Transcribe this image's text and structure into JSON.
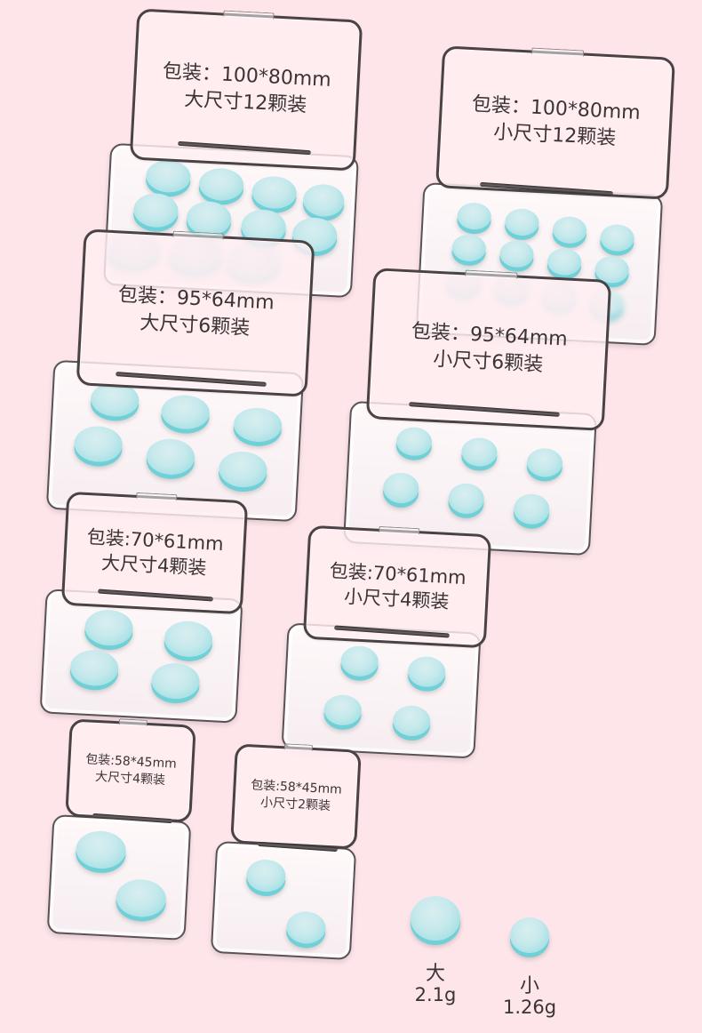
{
  "background_color": "#fde5ea",
  "pill_color": "#8fdbe0",
  "cases": [
    {
      "id": "100x80-large-12",
      "line1": "包装：100*80mm",
      "line2": "大尺寸12颗装",
      "size": "large",
      "count": 12
    },
    {
      "id": "100x80-small-12",
      "line1": "包装：100*80mm",
      "line2": "小尺寸12颗装",
      "size": "small",
      "count": 12
    },
    {
      "id": "95x64-large-6",
      "line1": "包装：95*64mm",
      "line2": "大尺寸6颗装",
      "size": "large",
      "count": 6
    },
    {
      "id": "95x64-small-6",
      "line1": "包装：95*64mm",
      "line2": "小尺寸6颗装",
      "size": "small",
      "count": 6
    },
    {
      "id": "70x61-large-4",
      "line1": "包装:70*61mm",
      "line2": "大尺寸4颗装",
      "size": "large",
      "count": 4
    },
    {
      "id": "70x61-small-4",
      "line1": "包装:70*61mm",
      "line2": "小尺寸4颗装",
      "size": "small",
      "count": 4
    },
    {
      "id": "58x45-large-4",
      "line1": "包装:58*45mm",
      "line2": "大尺寸4颗装",
      "size": "large",
      "count": 4
    },
    {
      "id": "58x45-small-2",
      "line1": "包装:58*45mm",
      "line2": "小尺寸2颗装",
      "size": "small",
      "count": 2
    }
  ],
  "legend": {
    "large": {
      "label": "大",
      "weight": "2.1g"
    },
    "small": {
      "label": "小",
      "weight": "1.26g"
    }
  }
}
